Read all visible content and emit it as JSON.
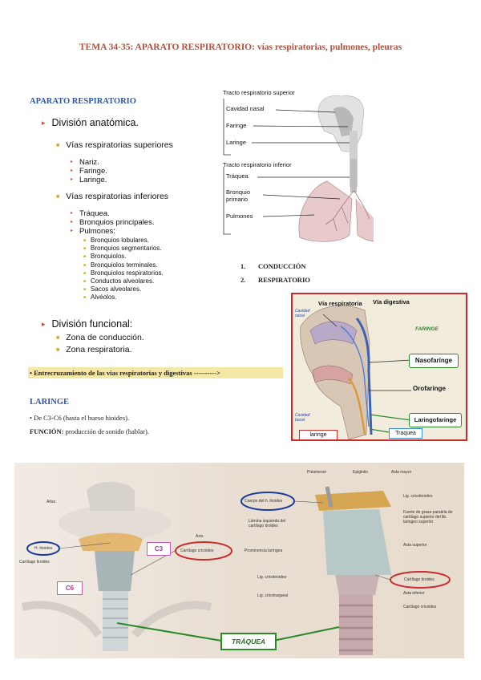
{
  "title": "TEMA 34-35: APARATO RESPIRATORIO: vías respiratorias, pulmones, pleuras",
  "aparato": {
    "heading": "APARATO RESPIRATORIO",
    "division_anatomica": "División anatómica.",
    "vias_superiores": "Vías respiratorias superiores",
    "superiores_items": [
      "Nariz.",
      "Faringe.",
      "Laringe."
    ],
    "vias_inferiores": "Vías respiratorias inferiores",
    "inferiores_items": [
      "Tráquea.",
      "Bronquios principales.",
      "Pulmones:"
    ],
    "pulmones_items": [
      "Bronquios lobulares.",
      "Bronquios segmentarios.",
      "Bronquiolos.",
      "Bronquiolos terminales.",
      "Bronquiolos respiratorios.",
      "Conductos alveolares.",
      "Sacos alveolares.",
      "Alvéolos."
    ],
    "division_funcional": "División funcional:",
    "funcional_items": [
      "Zona de conducción.",
      "Zona respiratoria."
    ]
  },
  "tract_diagram": {
    "superior_heading": "Tracto respiratorio superior",
    "superior_labels": [
      "Cavidad nasal",
      "Faringe",
      "Laringe"
    ],
    "inferior_heading": "Tracto respiratorio inferior",
    "inferior_labels": [
      "Tráquea",
      "Bronquio primario",
      "Pulmones"
    ]
  },
  "numbered": [
    {
      "num": "1.",
      "text": "CONDUCCIÓN"
    },
    {
      "num": "2.",
      "text": "RESPIRATORIO"
    }
  ],
  "entrecruzamiento": "• Entrecruzamiento de las vías respiratorias y digestivas ---------->",
  "pharynx_diagram": {
    "via_resp": "Vía respiratoria",
    "via_dig": "Vía digestiva",
    "cavidad_nasal": "Cavidad nasal",
    "cavidad_bucal": "Cavidad bucal",
    "faringe": "FARINGE",
    "nasofaringe": "Nasofaringe",
    "orofaringe": "Orofaringe",
    "laringofaringe": "Laringofaringe",
    "laringe": "laringe",
    "traquea": "Traquea"
  },
  "laringe": {
    "heading": "LARINGE",
    "line1": "• De C3-C6 (hasta el hueso hioides).",
    "funcion_label": "FUNCIÓN:",
    "funcion_text": " producción de sonido (hablar)."
  },
  "anatomy": {
    "left_labels": [
      "Atlas",
      "Axis",
      "H. hioides",
      "Cartílago tiroides",
      "Cartílago cricoides"
    ],
    "c3": "C3",
    "c6": "C6",
    "top_labels": [
      "Polamenor",
      "Epiglotis",
      "Asta mayor"
    ],
    "right_left_labels": [
      "Cuerpo del h. hioides",
      "Lámina izquierda del cartílago tiroides",
      "Prominencia laríngea",
      "Lig. cricotiroideo",
      "Lig. cricotraqueal"
    ],
    "right_right_labels": [
      "Lig. cricotiroideo",
      "Fuerte de grasa paralela de cartílago superior del lib. laringeo superior",
      "Asta superior",
      "Cartílago tiroides",
      "Asta inferior",
      "Cartílago cricoides"
    ],
    "traquea": "TRÁQUEA"
  }
}
